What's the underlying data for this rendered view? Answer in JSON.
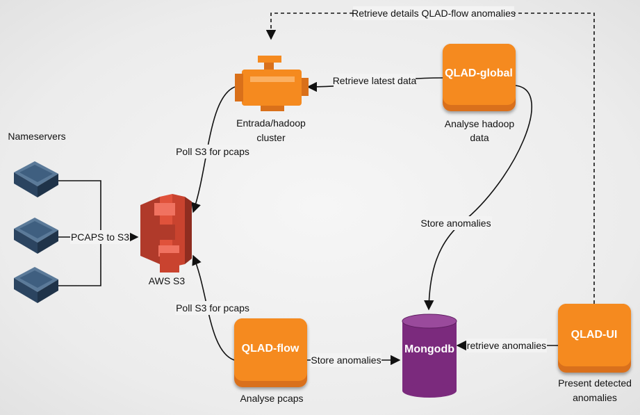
{
  "colors": {
    "orange": "#f58a1f",
    "orange_dark": "#d9701a",
    "aws_red": "#e0523b",
    "mongodb_purple": "#7b2a7d",
    "server_blue": "#34506b"
  },
  "nodes": {
    "nameservers": {
      "label": "Nameservers",
      "icon": "server-icon"
    },
    "aws_s3": {
      "label": "AWS S3",
      "icon": "aws-s3-icon"
    },
    "hadoop": {
      "label_line1": "Entrada/hadoop",
      "label_line2": "cluster",
      "icon": "engine-icon"
    },
    "qlad_global": {
      "title": "QLAD-global",
      "label_line1": "Analyse hadoop",
      "label_line2": "data"
    },
    "qlad_flow": {
      "title": "QLAD-flow",
      "label": "Analyse pcaps"
    },
    "mongodb": {
      "title": "Mongodb",
      "icon": "database-icon"
    },
    "qlad_ui": {
      "title": "QLAD-UI",
      "label_line1": "Present detected",
      "label_line2": "anomalies"
    }
  },
  "edges": {
    "pcaps_to_s3": "PCAPS to S3",
    "poll_s3_top": "Poll S3 for pcaps",
    "poll_s3_bottom": "Poll S3 for pcaps",
    "retrieve_latest": "Retrieve latest data",
    "retrieve_details": "Retrieve details QLAD-flow anomalies",
    "store_anomalies_global": "Store anomalies",
    "store_anomalies_flow": "Store anomalies",
    "retrieve_anomalies": "retrieve anomalies"
  }
}
